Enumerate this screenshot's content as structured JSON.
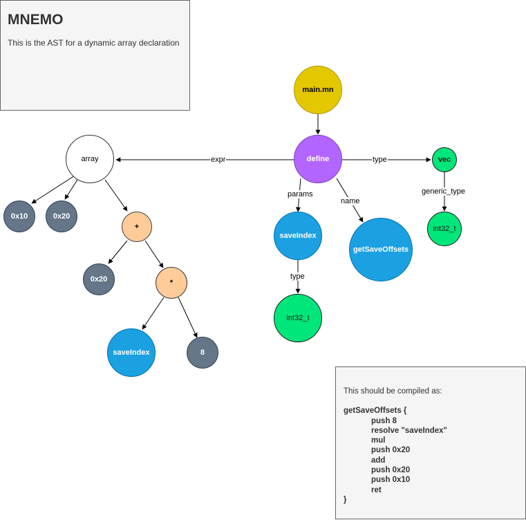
{
  "title_note": {
    "title": "MNEMO",
    "description": "This is the AST for a dynamic array declaration"
  },
  "nodes": {
    "main": "main.mn",
    "define": "define",
    "vec": "vec",
    "vec_type": "int32_t",
    "array": "array",
    "hex_0x10": "0x10",
    "hex_0x20_a": "0x20",
    "plus": "+",
    "hex_0x20_b": "0x20",
    "times": "*",
    "save_index_expr": "saveIndex",
    "eight": "8",
    "save_index_param": "saveIndex",
    "param_type": "int32_t",
    "get_save_offsets": "getSaveOffsets"
  },
  "edge_labels": {
    "expr": "expr",
    "type": "type",
    "generic_type": "generic_type",
    "params": "params",
    "name": "name",
    "param_type": "type"
  },
  "code_note": {
    "intro": "This should be compiled as:",
    "header": "getSaveOffsets {",
    "lines": [
      "push 8",
      "resolve \"saveIndex\"",
      "mul",
      "push 0x20",
      "add",
      "push 0x20",
      "push 0x10",
      "ret"
    ],
    "footer": "}"
  },
  "colors": {
    "slate": "#647687",
    "peach": "#ffcc99",
    "blue": "#1ba1e2",
    "green": "#00e67a",
    "purple": "#b266ff",
    "yellow": "#e3c800"
  }
}
